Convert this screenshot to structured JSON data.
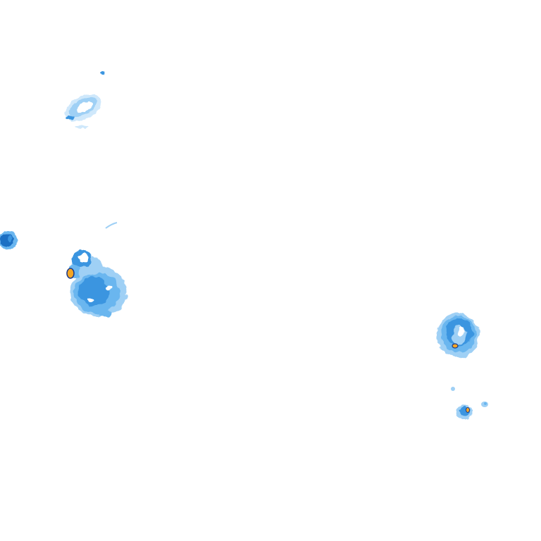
{
  "map": {
    "type": "precipitation-radar-overlay",
    "background": "#ffffff",
    "palette": {
      "very_light": "#cfe8fb",
      "light": "#9fd0f5",
      "light_medium": "#6bb6ef",
      "medium": "#3a95e0",
      "heavy": "#1f6fc4",
      "intense_fill": "#f5a623",
      "intense_outline": "#1b3a8a"
    },
    "cells": [
      {
        "id": "cell-northwest-band",
        "intensity": "light"
      },
      {
        "id": "cell-west-edge",
        "intensity": "heavy"
      },
      {
        "id": "cell-west-cluster",
        "intensity": "intense"
      },
      {
        "id": "cell-east-storm",
        "intensity": "intense"
      },
      {
        "id": "cell-east-small",
        "intensity": "intense"
      },
      {
        "id": "cell-east-specks",
        "intensity": "light"
      }
    ]
  }
}
